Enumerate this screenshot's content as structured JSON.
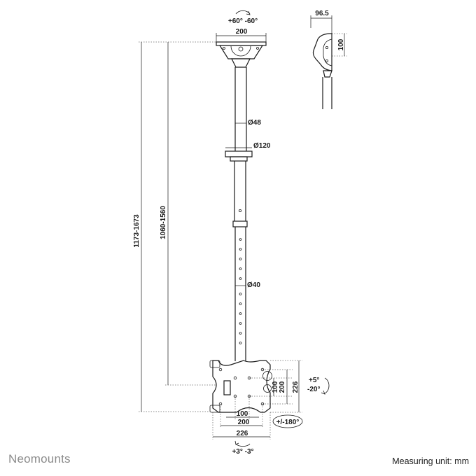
{
  "brand": "Neomounts",
  "measuring_unit": "Measuring unit: mm",
  "dimensions": {
    "tilt_top": "+60°  -60°",
    "plate_width": "200",
    "side_width": "96.5",
    "side_height": "100",
    "pole_upper_diameter": "Ø48",
    "collar_diameter": "Ø120",
    "pole_lower_diameter": "Ø40",
    "total_height": "1173-1673",
    "pole_height": "1060-1560",
    "vesa_h_small": "100",
    "vesa_h_large": "200",
    "plate_width_bottom": "226",
    "vesa_v_small": "100",
    "vesa_v_large": "200",
    "plate_height": "226",
    "tilt_side": "+5°\n-20°",
    "rotation": "+/-180°",
    "swivel_bottom": "+3°  -3°"
  }
}
